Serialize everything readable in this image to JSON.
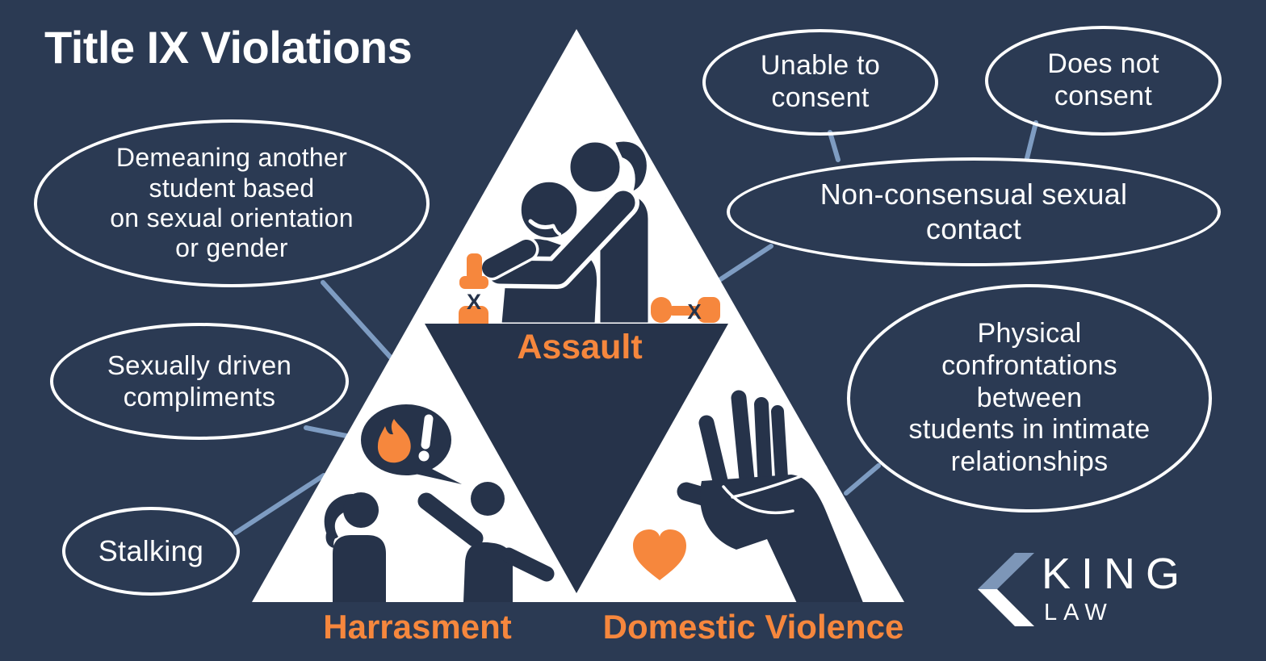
{
  "title": "Title IX Violations",
  "colors": {
    "background": "#2B3A53",
    "silhouette": "#26334A",
    "accent_orange": "#F6873D",
    "connector_blue": "#7E9CC2",
    "logo_blue": "#7D96B8",
    "white": "#FFFFFF"
  },
  "bubbles": {
    "demeaning": "Demeaning another\nstudent based\non sexual orientation\nor gender",
    "compliments": "Sexually driven\ncompliments",
    "stalking": "Stalking",
    "unable": "Unable to\nconsent",
    "does_not": "Does not\nconsent",
    "non_consensual": "Non-consensual sexual\ncontact",
    "physical": "Physical\nconfrontations\nbetween\nstudents in intimate\nrelationships"
  },
  "pyramid": {
    "assault": "Assault",
    "harassment": "Harrasment",
    "domestic_violence": "Domestic Violence"
  },
  "marks": {
    "bottle_x": "X",
    "dumbbell_x": "X"
  },
  "logo": {
    "name": "KING",
    "sub": "LAW"
  }
}
